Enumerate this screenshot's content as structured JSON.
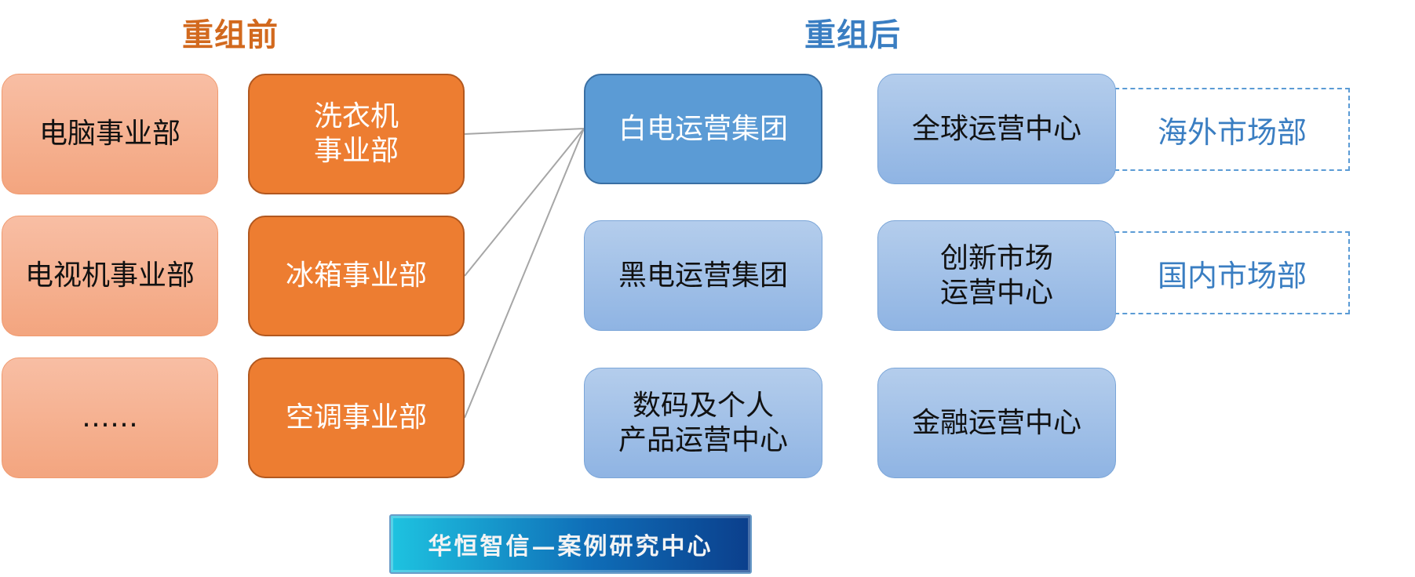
{
  "headings": {
    "before": "重组前",
    "after": "重组后"
  },
  "before": {
    "col1": [
      "电脑事业部",
      "电视机事业部",
      "……"
    ],
    "col2": [
      "洗衣机\n事业部",
      "冰箱事业部",
      "空调事业部"
    ]
  },
  "after": {
    "groups": [
      "白电运营集团",
      "黑电运营集团",
      "数码及个人\n产品运营中心"
    ],
    "centers": [
      "全球运营中心",
      "创新市场\n运营中心",
      "金融运营中心"
    ],
    "markets": [
      "海外市场部",
      "国内市场部"
    ]
  },
  "footer": "华恒智信—案例研究中心",
  "colors": {
    "before_heading": "#d2691e",
    "after_heading": "#3a7ec2",
    "peach": "#f4a986",
    "orange": "#ed7d31",
    "blue_solid": "#5b9bd5",
    "blue_light": "#a3c1e8",
    "connector": "#a6a6a6"
  }
}
